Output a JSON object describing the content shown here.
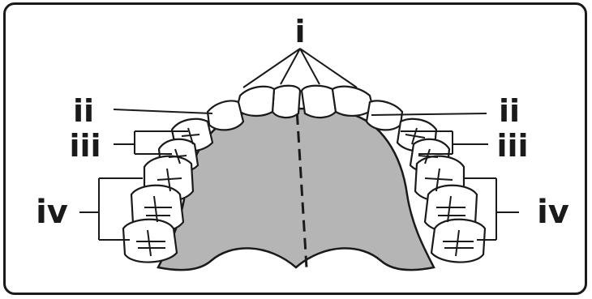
{
  "labels": {
    "incisors": "i",
    "canine_left": "ii",
    "canine_right": "ii",
    "premolars_left": "iii",
    "premolars_right": "iii",
    "molars_left": "iv",
    "molars_right": "iv"
  },
  "colors": {
    "palate": "#b5b5b5",
    "outline": "#1a1a1a",
    "tooth": "#ffffff"
  }
}
